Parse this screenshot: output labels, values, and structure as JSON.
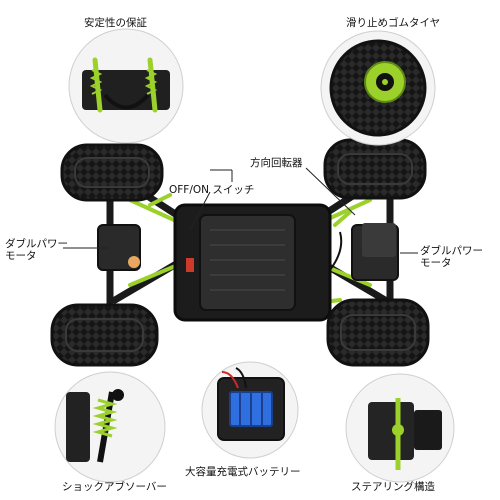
{
  "labels": {
    "stability": "安定性の保証",
    "anti_slip_tire": "滑り止めゴムタイヤ",
    "steering_rotor": "方向回転器",
    "power_switch": "OFF/ON スイッチ",
    "dual_motor_left": "ダブルパワー\nモータ",
    "dual_motor_right": "ダブルパワー\nモータ",
    "battery": "大容量充電式バッテリー",
    "shock_absorber": "ショックアブソーバー",
    "steering_structure": "ステアリング構造"
  },
  "colors": {
    "accent_green": "#9bd12a",
    "body_black": "#1c1c1c",
    "tire_black": "#242424",
    "battery_blue": "#2f6fe0"
  }
}
